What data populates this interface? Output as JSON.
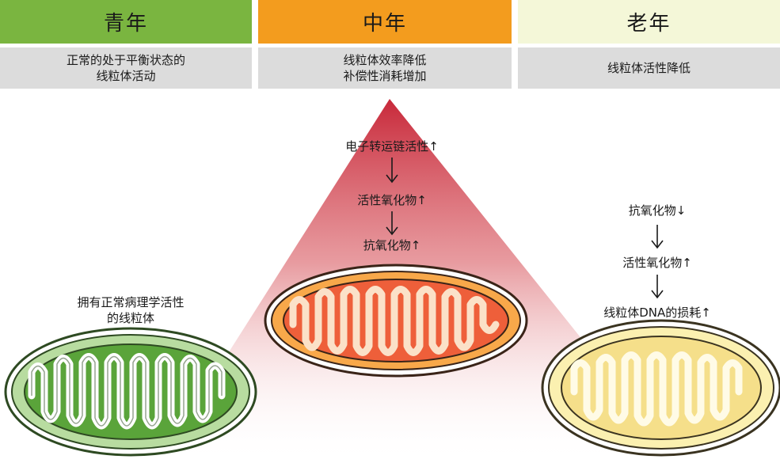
{
  "columns": [
    {
      "title": "青年",
      "color": "#7ab540",
      "subtitle_lines": [
        "正常的处于平衡状态的",
        "线粒体活动"
      ]
    },
    {
      "title": "中年",
      "color": "#f39c1e",
      "subtitle_lines": [
        "线粒体效率降低",
        "补偿性消耗增加"
      ]
    },
    {
      "title": "老年",
      "color": "#f4f7d8",
      "subtitle_lines": [
        "线粒体活性降低"
      ]
    }
  ],
  "young_caption": [
    "拥有正常病理学活性",
    "的线粒体"
  ],
  "middle_chain": [
    "电子转运链活性↑",
    "活性氧化物↑",
    "抗氧化物↑"
  ],
  "old_chain": [
    "抗氧化物↓",
    "活性氧化物↑",
    "线粒体DNA的损耗↑"
  ],
  "mito_colors": {
    "young": {
      "outer": "#b8dca0",
      "inner": "#5aa43a",
      "edge": "#2e4a22"
    },
    "middle": {
      "outer": "#f8a84a",
      "inner": "#ee5f3a",
      "edge": "#3a2418"
    },
    "old": {
      "outer": "#fbf0b0",
      "inner": "#f5df8a",
      "edge": "#3a3320"
    }
  }
}
